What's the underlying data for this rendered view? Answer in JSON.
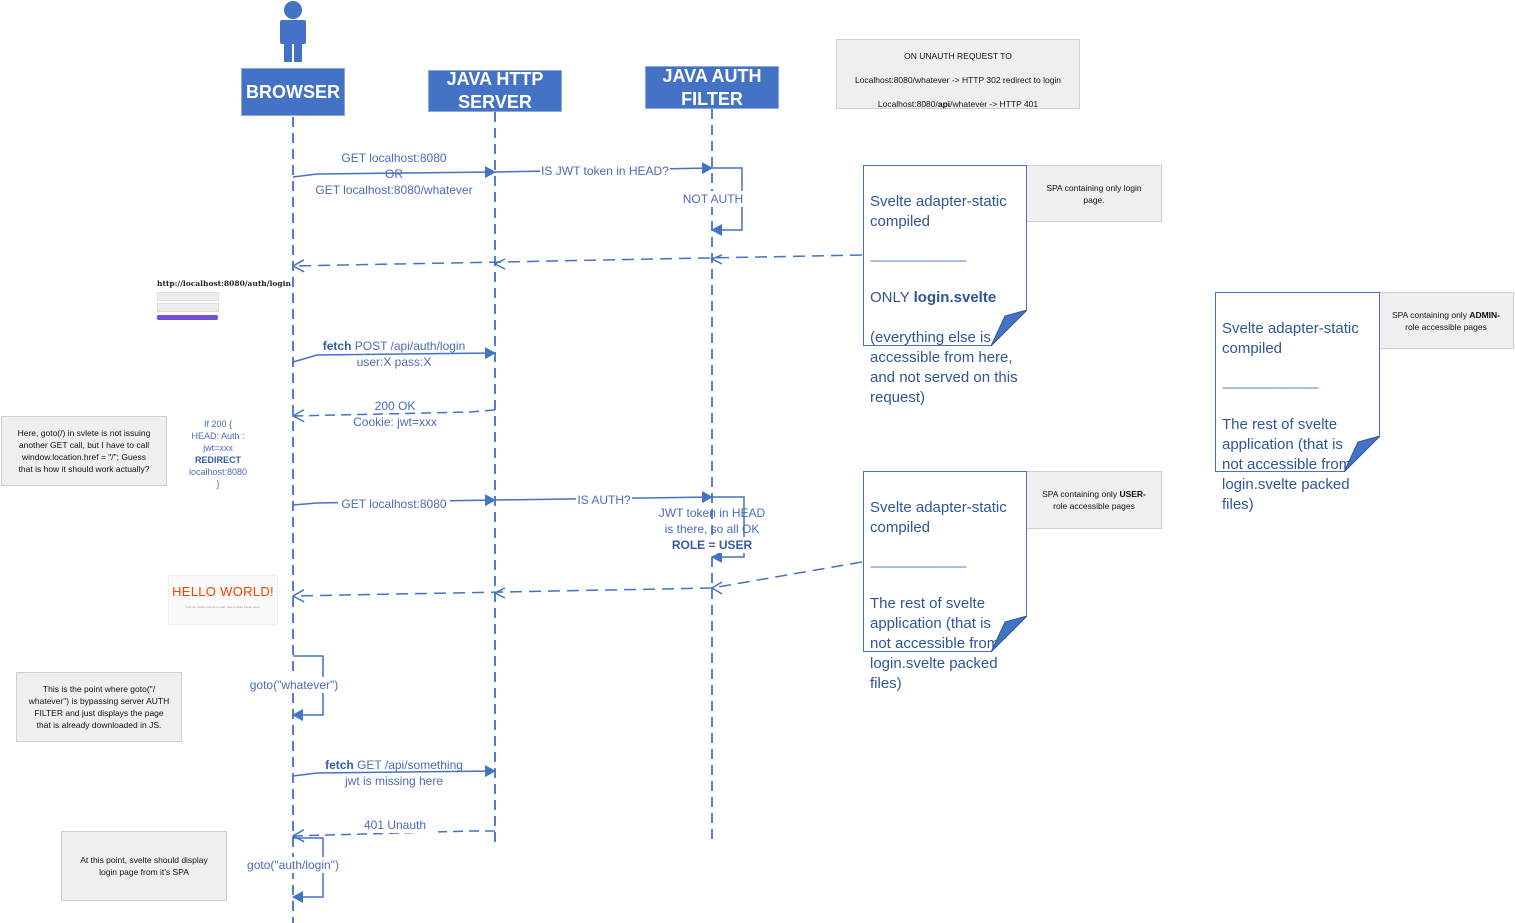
{
  "lanes": {
    "browser": "BROWSER",
    "server": "JAVA HTTP\nSERVER",
    "filter": "JAVA AUTH\nFILTER"
  },
  "messages": {
    "get_root": "GET localhost:8080\nOR\nGET localhost:8080/whatever",
    "is_jwt": "IS JWT token in HEAD?",
    "not_auth": "NOT AUTH",
    "fetch_login_kw": "fetch",
    "fetch_login_rest": " POST /api/auth/login",
    "fetch_login_body": "user:X pass:X",
    "ok_200": "200 OK\nCookie: jwt=xxx",
    "get_local": "GET localhost:8080",
    "is_auth": "IS AUTH?",
    "jwt_there": "JWT token in HEAD\nis there, so all OK",
    "role_user": "ROLE = USER",
    "goto_whatever": "goto(\"whatever\")",
    "fetch_get_kw": "fetch",
    "fetch_get_rest": " GET /api/something",
    "jwt_missing": "jwt is missing here",
    "unauth_401": "401 Unauth",
    "goto_login": "goto(\"auth/login\")"
  },
  "if200": {
    "pre": "If 200 {\nHEAD: Auth :\njwt=xxx",
    "redirect": "REDIRECT",
    "post": "localhost:8080\n}"
  },
  "notes": {
    "unauth_1": "ON UNAUTH REQUEST TO",
    "unauth_2": "Localhost:8080/whatever -> HTTP 302 redirect to login",
    "unauth_3_pre": "Localhost:8080/",
    "unauth_3_api": "api",
    "unauth_3_post": "/whatever -> HTTP 401",
    "spa_login": "SPA containing only login\npage.",
    "spa_admin_pre": "SPA containing only ",
    "spa_admin_bold": "ADMIN-",
    "spa_admin_post": "role accessible pages",
    "spa_user_pre": "SPA containing only ",
    "spa_user_bold": "USER-",
    "spa_user_post": "role accessible pages",
    "goto_issue": "Here, goto(/) in svlete is not issuing\nanother GET call, but I have to call\nwindow.location.href = \"/\"; Guess\nthat is how it should work actually?",
    "bypass": "This is the point where goto(\"/\nwhatever\") is bypassing server AUTH\nFILTER and just displays the page\nthat is already downloaded in JS.",
    "display_login": "At this point, svelte should display\nlogin page from it's SPA"
  },
  "docs": {
    "login_title": "Svelte adapter-static\ncompiled",
    "login_sep": "--------------------------------",
    "login_only": "ONLY ",
    "login_file": "login.svelte",
    "login_rest": "(everything else is not\naccessible from here,\nand not served on this\nrequest)",
    "admin_title": "Svelte adapter-static\ncompiled",
    "admin_sep": "--------------------------------",
    "admin_body": "The rest of svelte\napplication (that is\nnot accessible from\nlogin.svelte packed\nfiles)",
    "user_title": "Svelte adapter-static\ncompiled",
    "user_sep": "--------------------------------",
    "user_body": "The rest of svelte\napplication (that is\nnot accessible from\nlogin.svelte packed\nfiles)"
  },
  "thumbs": {
    "login_url": "http://localhost:8080/auth/login",
    "hello": "HELLO WORLD!",
    "hello_sub": "Visit the Svelte tutorial to learn how to build Svelte apps."
  },
  "colors": {
    "lane_fill": "#4472c4",
    "line": "#4472c4",
    "note_fill": "#efefef",
    "hello_red": "#ff3e00",
    "button_purple": "#6f4fd8"
  }
}
